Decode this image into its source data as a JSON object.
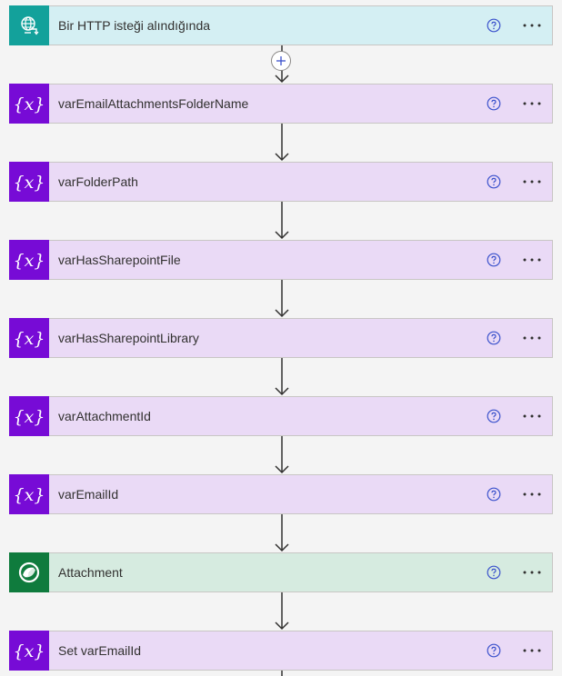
{
  "colors": {
    "http_header_bg": "#d4eff3",
    "http_icon_bg": "#13a19b",
    "variable_bg": "#eadaf6",
    "variable_icon_bg": "#770bd6",
    "dataverse_bg": "#d6ebe0",
    "dataverse_icon_bg": "#0f7b3d",
    "help_icon": "#3b52cc"
  },
  "steps": [
    {
      "title": "Bir HTTP isteği alındığında",
      "icon": "http-request-icon"
    },
    {
      "title": "varEmailAttachmentsFolderName",
      "icon": "variable-icon"
    },
    {
      "title": "varFolderPath",
      "icon": "variable-icon"
    },
    {
      "title": "varHasSharepointFile",
      "icon": "variable-icon"
    },
    {
      "title": "varHasSharepointLibrary",
      "icon": "variable-icon"
    },
    {
      "title": "varAttachmentId",
      "icon": "variable-icon"
    },
    {
      "title": "varEmailId",
      "icon": "variable-icon"
    },
    {
      "title": "Attachment",
      "icon": "dataverse-icon"
    },
    {
      "title": "Set varEmailId",
      "icon": "variable-icon"
    }
  ]
}
